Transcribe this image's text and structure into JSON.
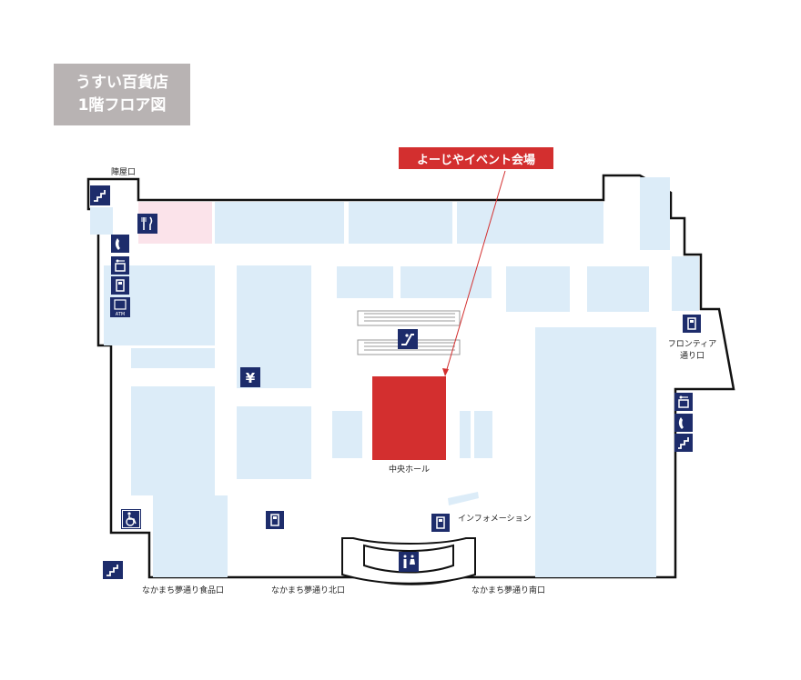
{
  "title": {
    "line1": "うすい百貨店",
    "line2": "1階フロア図"
  },
  "event": {
    "label": "よーじやイベント会場"
  },
  "labels": {
    "jinya": "陣屋口",
    "frontier_line1": "フロンティア",
    "frontier_line2": "通り口",
    "central_hall": "中央ホール",
    "information": "インフォメーション",
    "nakamachi_food": "なかまち夢通り食品口",
    "nakamachi_north": "なかまち夢通り北口",
    "nakamachi_south": "なかまち夢通り南口"
  },
  "icons": {
    "atm_text": "ATM",
    "yen": "¥"
  },
  "colors": {
    "shop": "#dcecf8",
    "restaurant": "#fbe3ea",
    "atm_zone": "#8ec89a",
    "event": "#d32f2f",
    "icon_bg": "#1d2c6b",
    "title_bg": "#b8b3b3"
  }
}
